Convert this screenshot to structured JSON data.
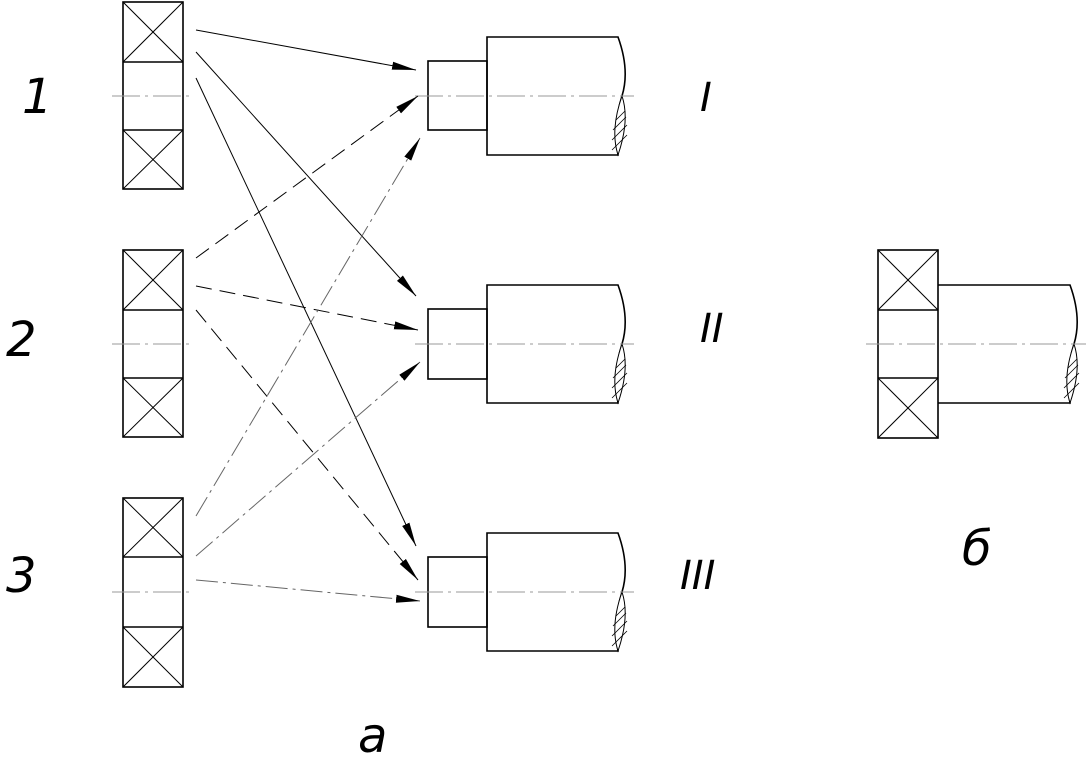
{
  "labels": {
    "bearing_1": "1",
    "bearing_2": "2",
    "bearing_3": "3",
    "shaft_1": "I",
    "shaft_2": "II",
    "shaft_3": "III",
    "view_a": "а",
    "view_b": "б"
  }
}
